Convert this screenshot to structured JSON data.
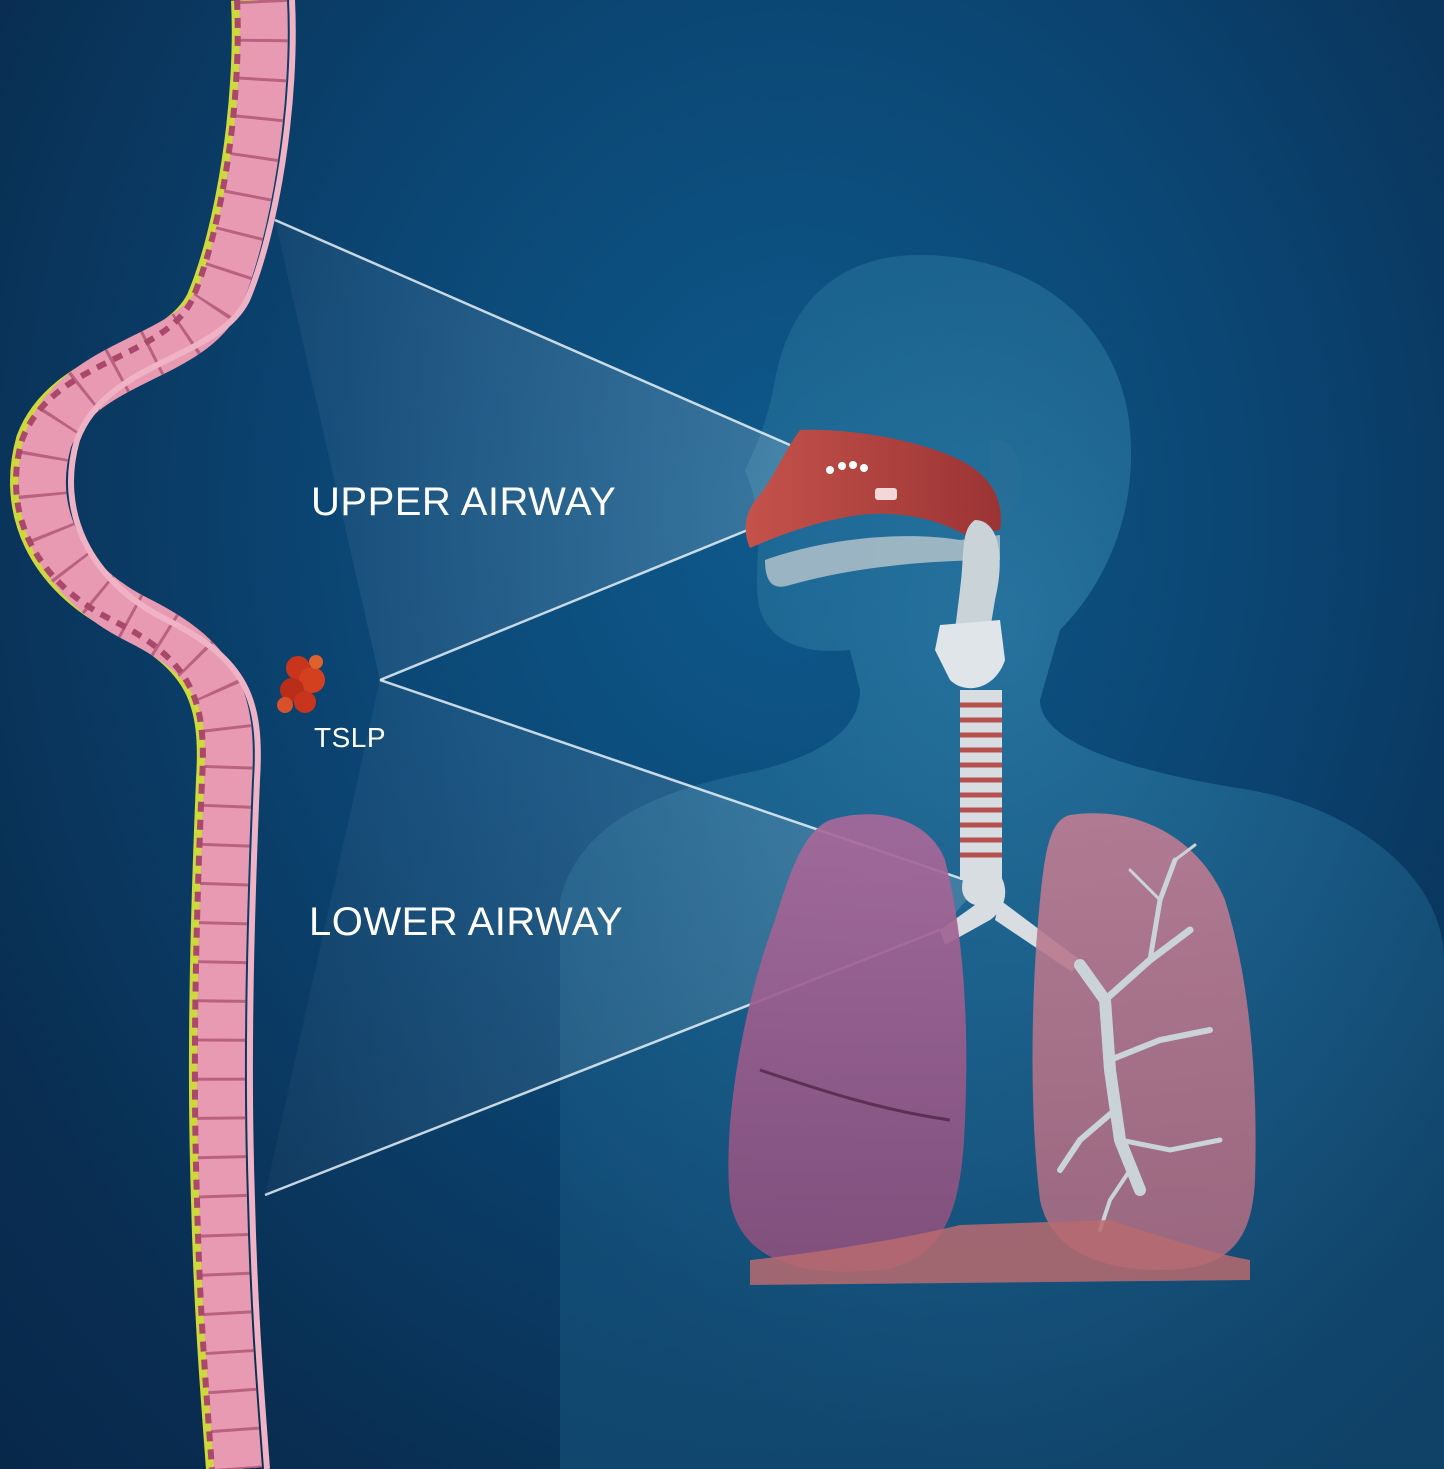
{
  "labels": {
    "upper_airway": "UPPER AIRWAY",
    "lower_airway": "LOWER AIRWAY",
    "tslp": "TSLP"
  },
  "colors": {
    "background": "#0b4674",
    "epithelium": "#e89ab3",
    "mucus": "#d9e23a",
    "nasal_cavity": "#b8413f",
    "lung": "#9c5a86",
    "trachea": "#d7dde0",
    "tslp": "#c8351c"
  }
}
